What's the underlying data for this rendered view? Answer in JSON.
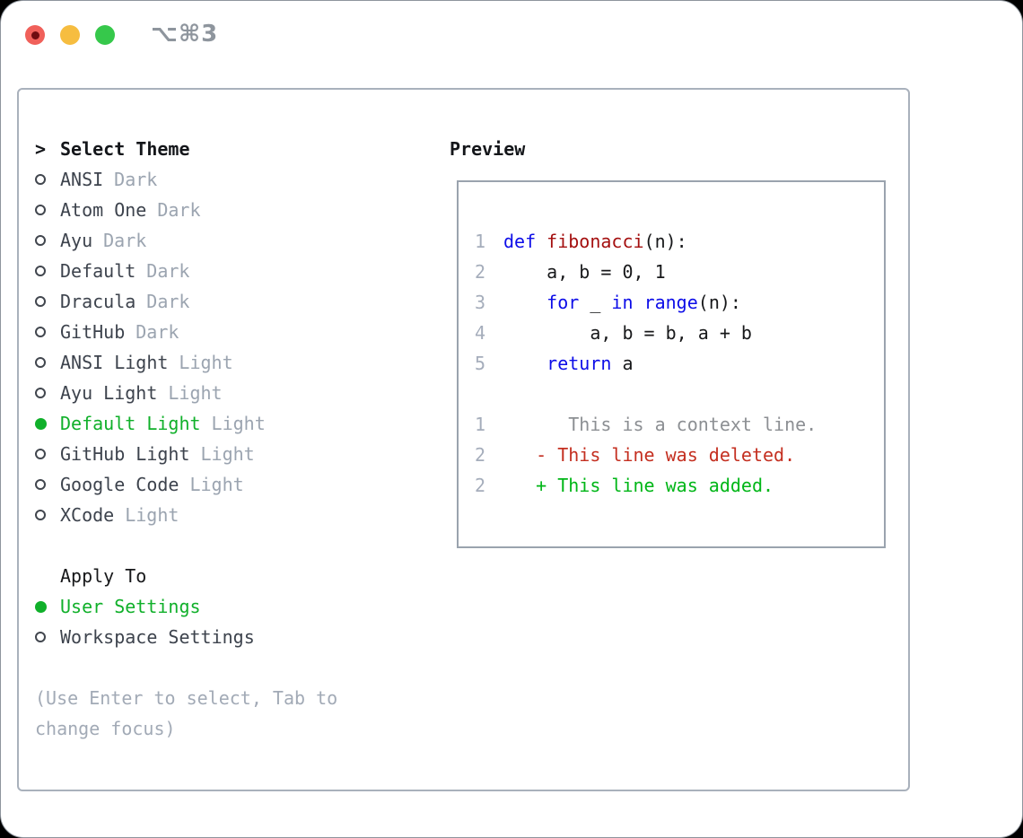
{
  "window": {
    "title_shortcut": "⌥⌘3"
  },
  "theme_list": {
    "header_prefix": ">",
    "header": "Select Theme",
    "items": [
      {
        "name": "ANSI",
        "tag": "Dark",
        "selected": false
      },
      {
        "name": "Atom One",
        "tag": "Dark",
        "selected": false
      },
      {
        "name": "Ayu",
        "tag": "Dark",
        "selected": false
      },
      {
        "name": "Default",
        "tag": "Dark",
        "selected": false
      },
      {
        "name": "Dracula",
        "tag": "Dark",
        "selected": false
      },
      {
        "name": "GitHub",
        "tag": "Dark",
        "selected": false
      },
      {
        "name": "ANSI Light",
        "tag": "Light",
        "selected": false
      },
      {
        "name": "Ayu Light",
        "tag": "Light",
        "selected": false
      },
      {
        "name": "Default Light",
        "tag": "Light",
        "selected": true
      },
      {
        "name": "GitHub Light",
        "tag": "Light",
        "selected": false
      },
      {
        "name": "Google Code",
        "tag": "Light",
        "selected": false
      },
      {
        "name": "XCode",
        "tag": "Light",
        "selected": false
      }
    ]
  },
  "apply_to": {
    "header": "Apply To",
    "options": [
      {
        "label": "User Settings",
        "selected": true
      },
      {
        "label": "Workspace Settings",
        "selected": false
      }
    ]
  },
  "hint": {
    "line1": "(Use Enter to select, Tab to",
    "line2": "change focus)"
  },
  "preview": {
    "header": "Preview",
    "lines": [
      {
        "num": "1",
        "parts": [
          [
            "kw",
            "def"
          ],
          [
            "txt",
            " "
          ],
          [
            "fn",
            "fibonacci"
          ],
          [
            "txt",
            "(n):"
          ]
        ]
      },
      {
        "num": "2",
        "parts": [
          [
            "txt",
            "    a, b = 0, 1"
          ]
        ]
      },
      {
        "num": "3",
        "parts": [
          [
            "txt",
            "    "
          ],
          [
            "kw",
            "for"
          ],
          [
            "txt",
            " _ "
          ],
          [
            "kw",
            "in"
          ],
          [
            "txt",
            " "
          ],
          [
            "kw",
            "range"
          ],
          [
            "txt",
            "(n):"
          ]
        ]
      },
      {
        "num": "4",
        "parts": [
          [
            "txt",
            "        a, b = b, a + b"
          ]
        ]
      },
      {
        "num": "5",
        "parts": [
          [
            "txt",
            "    "
          ],
          [
            "kw",
            "return"
          ],
          [
            "txt",
            " a"
          ]
        ]
      },
      {
        "num": "",
        "parts": []
      },
      {
        "num": "1",
        "parts": [
          [
            "ctx",
            "      This is a context line."
          ]
        ]
      },
      {
        "num": "2",
        "parts": [
          [
            "del",
            "   - This line was deleted."
          ]
        ]
      },
      {
        "num": "2",
        "parts": [
          [
            "add",
            "   + This line was added."
          ]
        ]
      }
    ]
  },
  "colors": {
    "accent_green": "#10b02a",
    "keyword_blue": "#0d0de8",
    "function_red": "#a40f0f",
    "deleted_red": "#c42f20",
    "added_green": "#00b617",
    "context_gray": "#8c8f93",
    "traffic_red": "#f0605a",
    "traffic_yellow": "#f6bd40",
    "traffic_green": "#36c84b"
  }
}
